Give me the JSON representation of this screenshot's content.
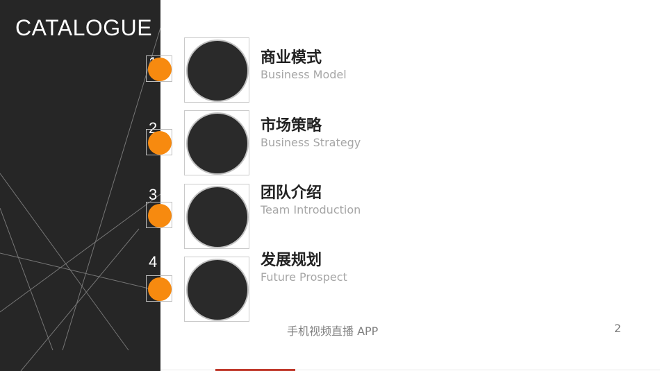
{
  "header": {
    "title": "CATALOGUE"
  },
  "items": [
    {
      "number": "1",
      "title": "商业模式",
      "subtitle": "Business Model"
    },
    {
      "number": "2",
      "title": "市场策略",
      "subtitle": "Business Strategy"
    },
    {
      "number": "3",
      "title": "团队介绍",
      "subtitle": "Team Introduction"
    },
    {
      "number": "4",
      "title": "发展规划",
      "subtitle": "Future Prospect"
    }
  ],
  "footer": {
    "text": "手机视频直播 APP",
    "page_number": "2"
  },
  "colors": {
    "panel": "#262626",
    "accent": "#f78a0f",
    "circle": "#2a2a2a"
  }
}
